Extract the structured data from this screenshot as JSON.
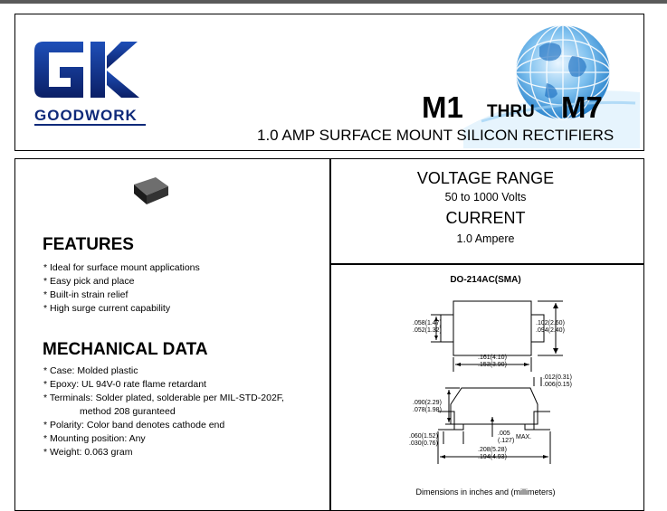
{
  "header": {
    "logo_letters": "GK",
    "company": "GOODWORK",
    "part_start": "M1",
    "part_thru": "THRU",
    "part_end": "M7",
    "subtitle": "1.0 AMP SURFACE MOUNT SILICON RECTIFIERS"
  },
  "specs": {
    "voltage_title": "VOLTAGE RANGE",
    "voltage_value": "50 to 1000 Volts",
    "current_title": "CURRENT",
    "current_value": "1.0 Ampere"
  },
  "features": {
    "title": "FEATURES",
    "items": [
      "Ideal for surface mount applications",
      "Easy pick and place",
      "Built-in strain relief",
      "High surge current capability"
    ]
  },
  "mechanical": {
    "title": "MECHANICAL DATA",
    "items": [
      "Case: Molded plastic",
      "Epoxy: UL 94V-0 rate flame retardant",
      "Terminals: Solder plated, solderable per MIL-STD-202F,",
      "method 208 guranteed",
      "Polarity: Color band denotes cathode end",
      "Mounting position: Any",
      "Weight: 0.063 gram"
    ]
  },
  "package": {
    "name": "DO-214AC(SMA)",
    "dims": {
      "h1_in": ".058(1.47)",
      "h1_mm": ".052(1.32)",
      "w1_in": ".102(2.60)",
      "w1_mm": ".094(2.40)",
      "l1_in": ".161(4.10)",
      "l1_mm": ".153(3.90)",
      "t1_in": ".012(0.31)",
      "t1_mm": ".006(0.15)",
      "h2_in": ".090(2.29)",
      "h2_mm": ".078(1.98)",
      "p_in": ".060(1.52)",
      "p_mm": ".030(0.76)",
      "g_in": ".005",
      "g_mm": "(.127)",
      "g_max": "MAX.",
      "l2_in": ".208(5.28)",
      "l2_mm": ".194(4.93)"
    },
    "note": "Dimensions in inches and (millimeters)"
  }
}
